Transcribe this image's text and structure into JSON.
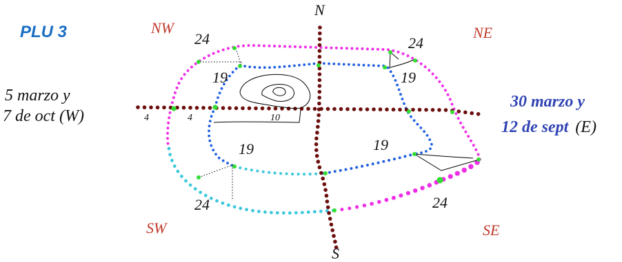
{
  "title": "PLU 3",
  "directions": {
    "north": "N",
    "south": "S",
    "nw": "NW",
    "ne": "NE",
    "sw": "SW",
    "se": "SE"
  },
  "west_dates": {
    "line1": "5 marzo y",
    "line2": "7 de oct (W)"
  },
  "east_dates": {
    "line1": "30 marzo y",
    "line2_main": "12 de sept",
    "line2_suffix": "(E)"
  },
  "labels": {
    "nw_24": "24",
    "ne_24": "24",
    "sw_24": "24",
    "se_24": "24",
    "nw_19": "19",
    "ne_19": "19",
    "sw_19": "19",
    "se_19": "19",
    "w_outer_4": "4",
    "w_inner_4": "4",
    "contour_10": "10"
  },
  "colors": {
    "title": "#1a6fc4",
    "direction": "#c0392b",
    "west_text": "#111111",
    "east_text": "#2f43b3",
    "axis_dots": "#6b0d0d",
    "ring19": "#1f5fe0",
    "ring24_north": "#ee2ee6",
    "ring24_south": "#3cc8dc",
    "marker": "#33dd33"
  }
}
